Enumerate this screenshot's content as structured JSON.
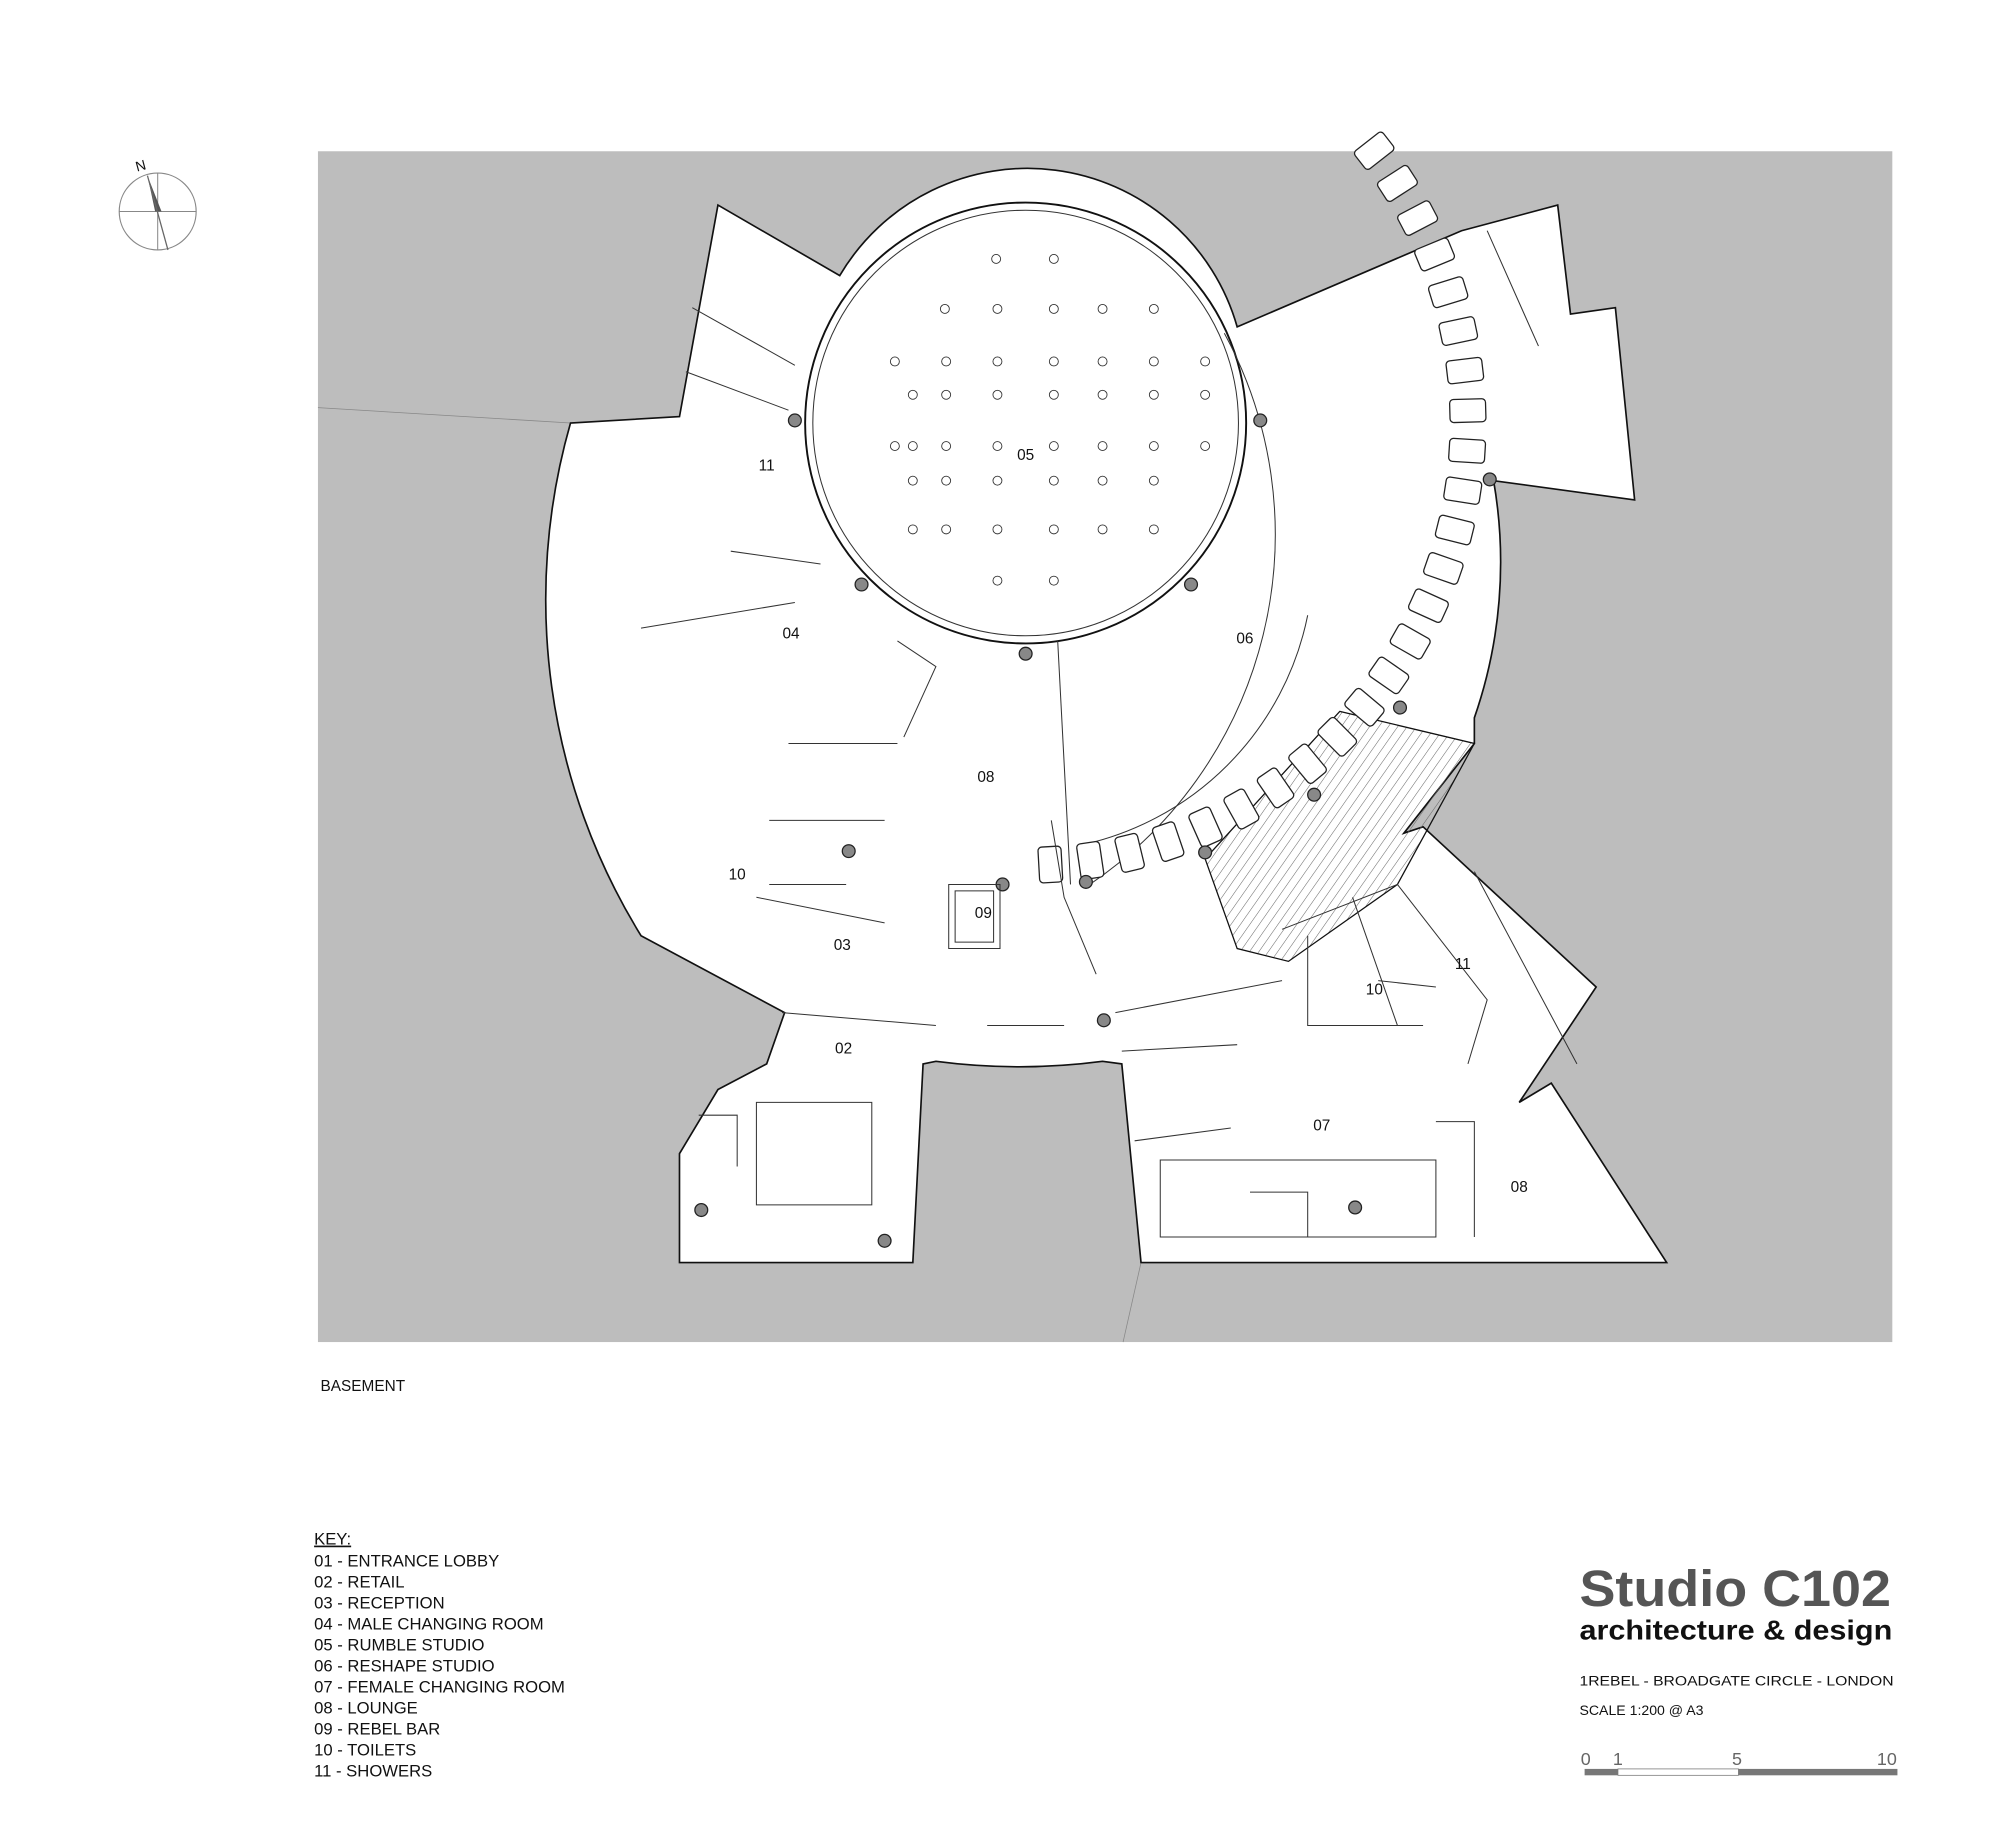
{
  "drawing_title": "BASEMENT",
  "compass": {
    "north_label": "N"
  },
  "rooms": [
    {
      "id": "05",
      "label": "05"
    },
    {
      "id": "11a",
      "label": "11"
    },
    {
      "id": "04",
      "label": "04"
    },
    {
      "id": "06",
      "label": "06"
    },
    {
      "id": "08a",
      "label": "08"
    },
    {
      "id": "10a",
      "label": "10"
    },
    {
      "id": "09",
      "label": "09"
    },
    {
      "id": "03",
      "label": "03"
    },
    {
      "id": "02",
      "label": "02"
    },
    {
      "id": "07",
      "label": "07"
    },
    {
      "id": "08b",
      "label": "08"
    },
    {
      "id": "10b",
      "label": "10"
    },
    {
      "id": "11b",
      "label": "11"
    }
  ],
  "key": {
    "heading": "KEY:",
    "items": [
      "01 - ENTRANCE LOBBY",
      "02 - RETAIL",
      "03 - RECEPTION",
      "04 - MALE CHANGING ROOM",
      "05 - RUMBLE STUDIO",
      "06 - RESHAPE STUDIO",
      "07 - FEMALE CHANGING ROOM",
      "08 - LOUNGE",
      "09 - REBEL BAR",
      "10 - TOILETS",
      "11 - SHOWERS"
    ]
  },
  "title_block": {
    "studio_name": "Studio C102",
    "tagline": "architecture & design",
    "project": "1REBEL - BROADGATE CIRCLE - LONDON",
    "scale": "SCALE 1:200 @ A3",
    "scale_bar_ticks": [
      "0",
      "1",
      "5",
      "10"
    ]
  },
  "colors": {
    "background_site": "#bdbdbd",
    "plan_fill": "#ffffff",
    "line": "#111111",
    "logo": "#555555"
  }
}
